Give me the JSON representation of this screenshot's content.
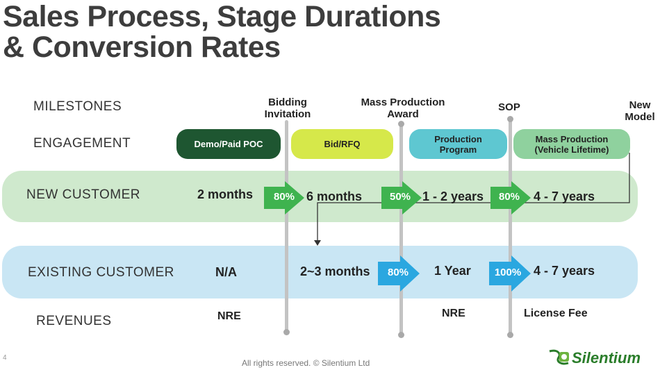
{
  "title_line1": "Sales Process, Stage Durations",
  "title_line2": "& Conversion Rates",
  "rows": {
    "milestones": "MILESTONES",
    "engagement": "ENGAGEMENT",
    "new_customer": "NEW CUSTOMER",
    "existing_customer": "EXISTING CUSTOMER",
    "revenues": "REVENUES"
  },
  "milestones": {
    "bidding_line1": "Bidding",
    "bidding_line2": "Invitation",
    "award_line1": "Mass Production",
    "award_line2": "Award",
    "sop": "SOP",
    "new_model_line1": "New",
    "new_model_line2": "Model"
  },
  "engagement": {
    "demo": "Demo/Paid POC",
    "bid": "Bid/RFQ",
    "prod_line1": "Production",
    "prod_line2": "Program",
    "mass_line1": "Mass Production",
    "mass_line2": "(Vehicle Lifetime)"
  },
  "new_customer": {
    "d1": "2 months",
    "c1": "80%",
    "d2": "6 months",
    "c2": "50%",
    "d3": "1 - 2 years",
    "c3": "80%",
    "d4": "4 - 7 years"
  },
  "existing_customer": {
    "d1": "N/A",
    "d2": "2~3 months",
    "c2": "80%",
    "d3": "1 Year",
    "c3": "100%",
    "d4": "4 - 7 years"
  },
  "revenues": {
    "r1": "NRE",
    "r3": "NRE",
    "r4": "License Fee"
  },
  "footer": {
    "page": "4",
    "copyright": "All rights reserved. © Silentium Ltd",
    "logo": "Silentium"
  },
  "colors": {
    "dark_green": "#1e5631",
    "lime": "#d6e84a",
    "teal": "#5ec7d1",
    "light_green": "#8fd19e",
    "green_arrow": "#3fb34f",
    "blue_arrow": "#2aa7e0"
  }
}
